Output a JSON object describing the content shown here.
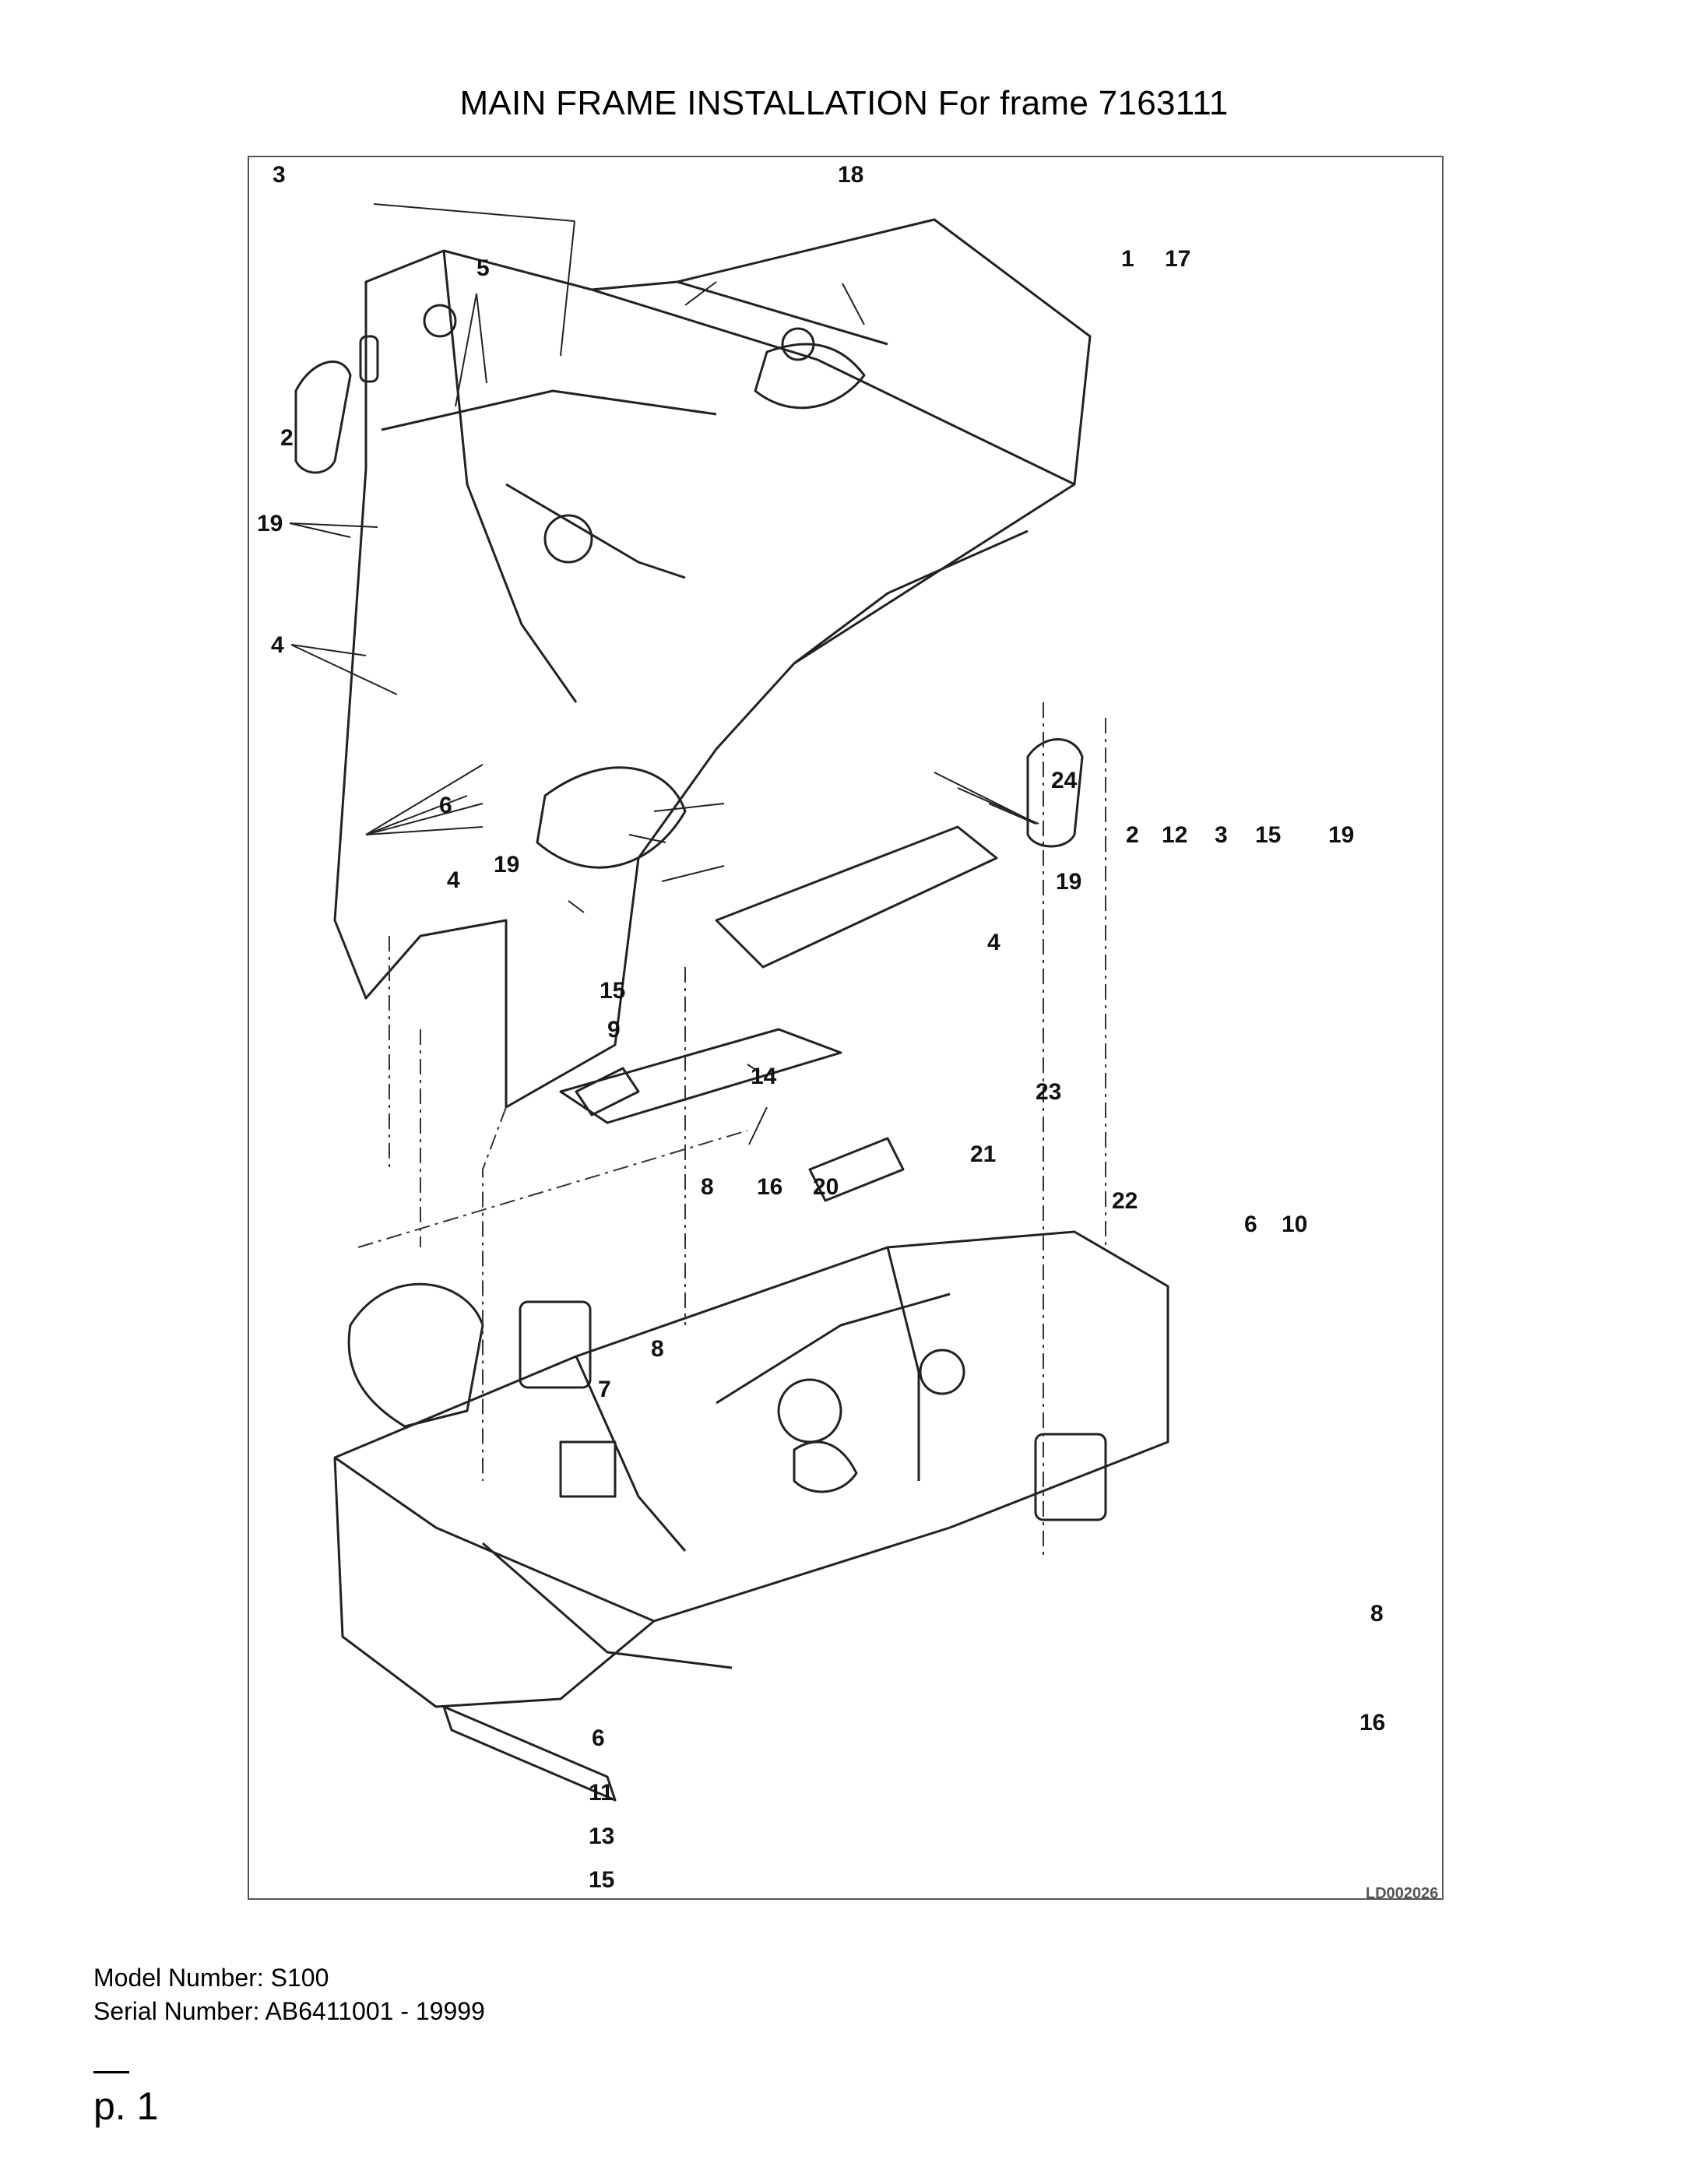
{
  "title": "MAIN FRAME INSTALLATION For frame 7163111",
  "figure": {
    "id_code": "LD002026",
    "callouts": [
      "1",
      "2",
      "3",
      "4",
      "5",
      "6",
      "7",
      "8",
      "9",
      "10",
      "11",
      "12",
      "13",
      "14",
      "15",
      "16",
      "17",
      "18",
      "19",
      "20",
      "21",
      "22",
      "23",
      "24"
    ]
  },
  "footer": {
    "model": "Model Number: S100",
    "serial": "Serial Number: AB6411001 - 19999",
    "page": "p. 1"
  }
}
